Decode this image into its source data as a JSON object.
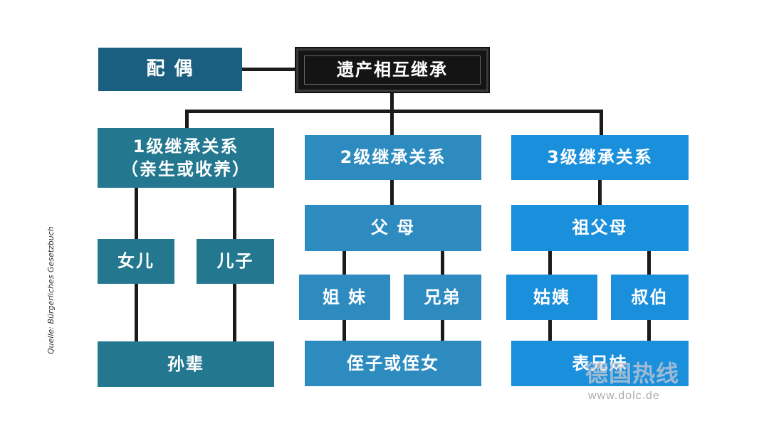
{
  "diagram": {
    "root": "遗产相互继承",
    "spouse": "配 偶",
    "levels": [
      {
        "title": "1级继承关系\n（亲生或收养）",
        "nodes": [
          "女儿",
          "儿子"
        ],
        "bottom": "孙辈"
      },
      {
        "title": "2级继承关系",
        "parent": "父 母",
        "nodes": [
          "姐 妹",
          "兄弟"
        ],
        "bottom": "侄子或侄女"
      },
      {
        "title": "3级继承关系",
        "parent": "祖父母",
        "nodes": [
          "姑姨",
          "叔伯"
        ],
        "bottom": "表兄妹"
      }
    ],
    "source": "Quelle: Bürgerliches Gesetzbuch"
  },
  "watermark": {
    "logo": "德国热线",
    "url": "www.dolc.de"
  },
  "colors": {
    "navy": "#1b5f80",
    "teal": "#23788f",
    "mid": "#2d8bc0",
    "bright": "#1a8fdc",
    "root": "#141414",
    "connector": "#1b1b1b"
  }
}
